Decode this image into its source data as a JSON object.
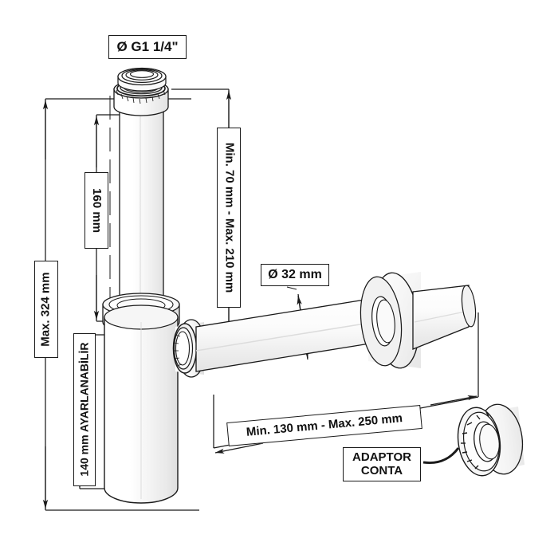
{
  "drawing": {
    "title": "Bottle trap technical drawing",
    "type": "engineering-line-drawing",
    "subject": "P-trap / bottle siphon with adjustable outlet pipe"
  },
  "labels": {
    "thread_top": "Ø G1 1/4\"",
    "tube_length": "160 mm",
    "top_adjust": "Min. 70 mm - Max. 210 mm",
    "overall_height": "Max. 324 mm",
    "body_adjust": "140 mm AYARLANABİLİR",
    "pipe_diameter": "Ø 32 mm",
    "pipe_reach": "Min. 130 mm - Max. 250 mm",
    "adaptor_seal_line1": "ADAPTOR",
    "adaptor_seal_line2": "CONTA"
  },
  "colors": {
    "line": "#1a1a1a",
    "fill_light": "#fefefe",
    "fill_mid": "#f2f2f2",
    "fill_shade": "#e6e6e6",
    "background": "#ffffff"
  },
  "parts": [
    {
      "name": "top-inlet-gasket",
      "desc": "ring gasket at top inlet"
    },
    {
      "name": "knurled-inlet-nut",
      "desc": "knurled compression nut under gasket"
    },
    {
      "name": "vertical-inlet-tube",
      "desc": "straight vertical tube, 160 mm"
    },
    {
      "name": "trap-body",
      "desc": "cylindrical bottle trap body"
    },
    {
      "name": "side-outlet-nut",
      "desc": "knurled nut at side outlet"
    },
    {
      "name": "horizontal-outlet-pipe",
      "desc": "outlet pipe, Ø 32 mm"
    },
    {
      "name": "wall-rosette",
      "desc": "wall escutcheon flange disc"
    },
    {
      "name": "wall-pipe-stub",
      "desc": "pipe stub beyond wall flange"
    },
    {
      "name": "adaptor-seal-ring",
      "desc": "loose adaptor gasket ring"
    }
  ]
}
